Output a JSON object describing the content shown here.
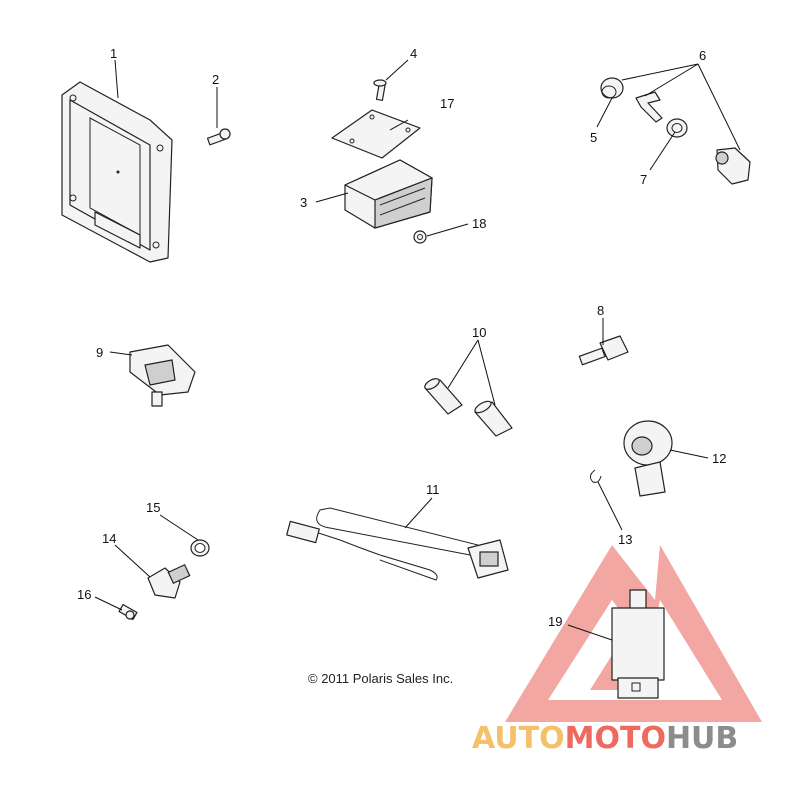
{
  "callouts": {
    "c1": "1",
    "c2": "2",
    "c3": "3",
    "c4": "4",
    "c5": "5",
    "c6": "6",
    "c7": "7",
    "c8": "8",
    "c9": "9",
    "c10": "10",
    "c11": "11",
    "c12": "12",
    "c13": "13",
    "c14": "14",
    "c15": "15",
    "c16": "16",
    "c17": "17",
    "c18": "18",
    "c19": "19"
  },
  "copyright": "© 2011 Polaris Sales Inc.",
  "watermark": {
    "parts": [
      "AUTO",
      "MOTO",
      "HUB"
    ],
    "colors": {
      "auto": "#f5c06a",
      "moto": "#ee6a5e",
      "hub": "#8c8c8c"
    }
  }
}
